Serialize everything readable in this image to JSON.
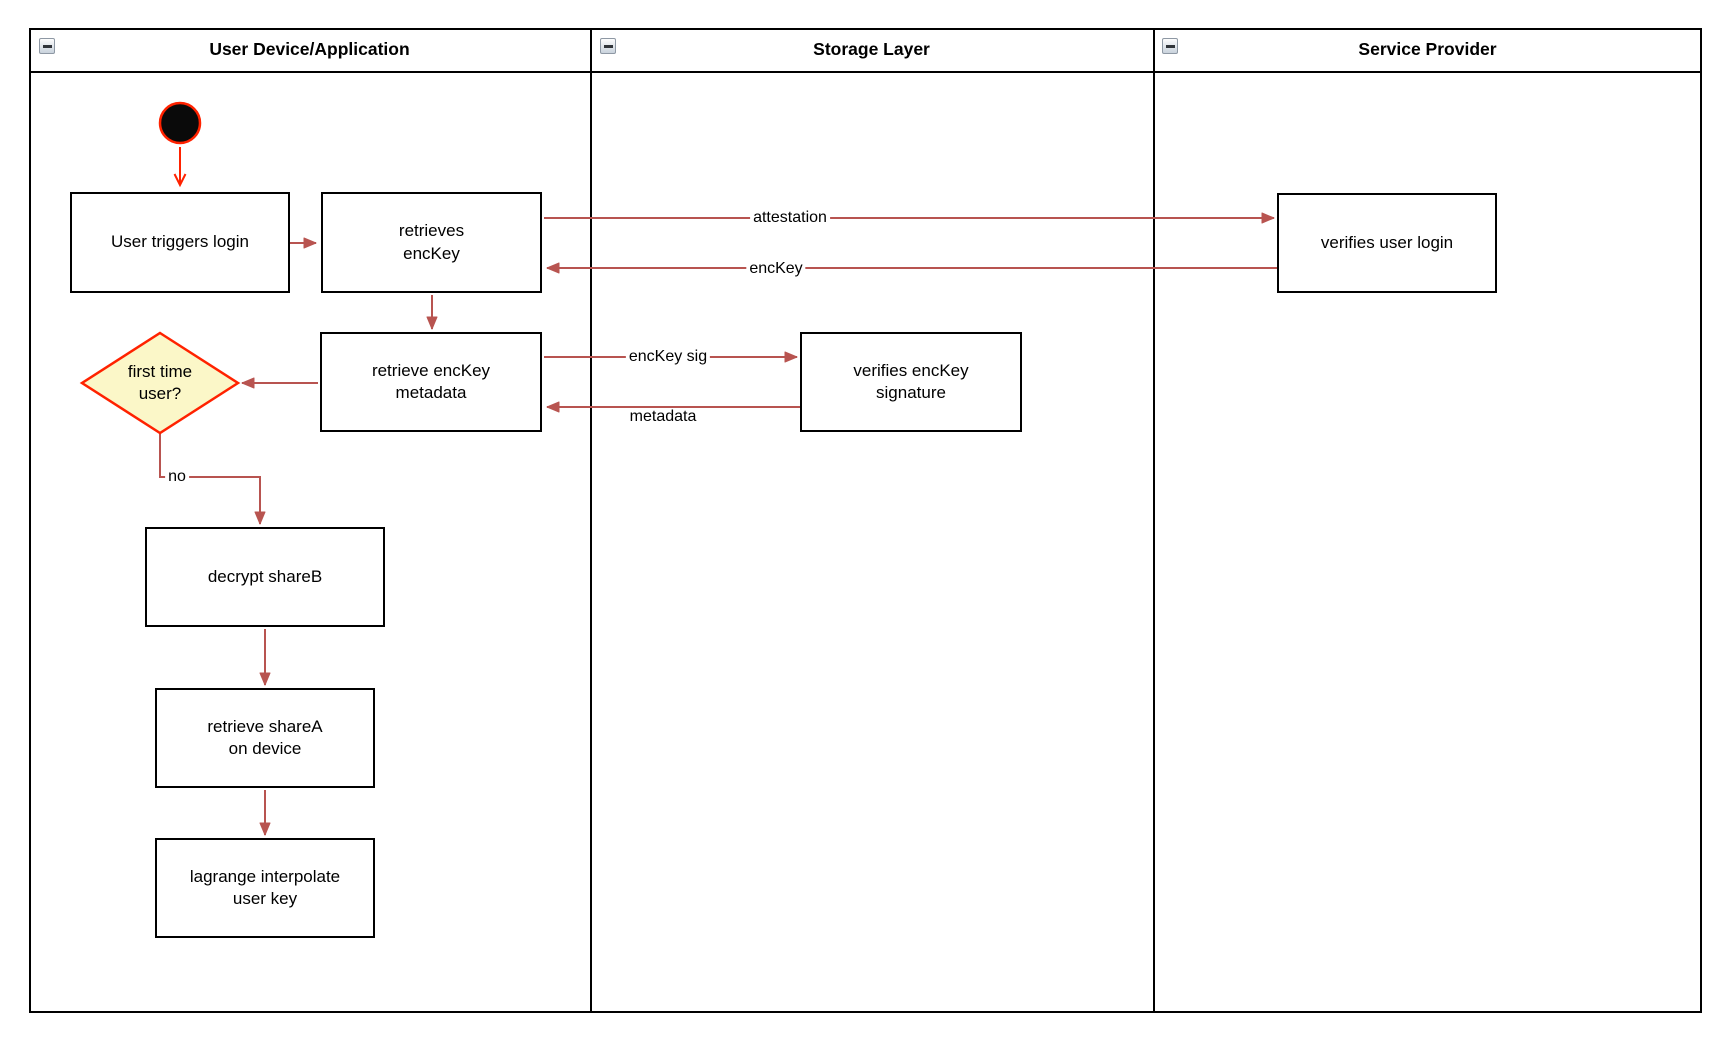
{
  "lanes": [
    {
      "title": "User Device/Application"
    },
    {
      "title": "Storage Layer"
    },
    {
      "title": "Service Provider"
    }
  ],
  "nodes": {
    "user_triggers_login": "User triggers login",
    "retrieves_enckey": "retrieves\nencKey",
    "verifies_user_login": "verifies user login",
    "retrieve_enckey_metadata": "retrieve encKey\nmetadata",
    "verifies_enckey_signature": "verifies encKey\nsignature",
    "first_time_user": "first time\nuser?",
    "decrypt_shareb": "decrypt shareB",
    "retrieve_sharea": "retrieve shareA\non device",
    "lagrange_interpolate": "lagrange interpolate\nuser key"
  },
  "edges": {
    "attestation": "attestation",
    "enckey": "encKey",
    "enckey_sig": "encKey sig",
    "metadata": "metadata",
    "no": "no"
  },
  "colors": {
    "arrow": "#B85450",
    "start_accent": "#FF2200",
    "decision_fill": "#FBF7C8",
    "decision_border": "#FF2200"
  }
}
